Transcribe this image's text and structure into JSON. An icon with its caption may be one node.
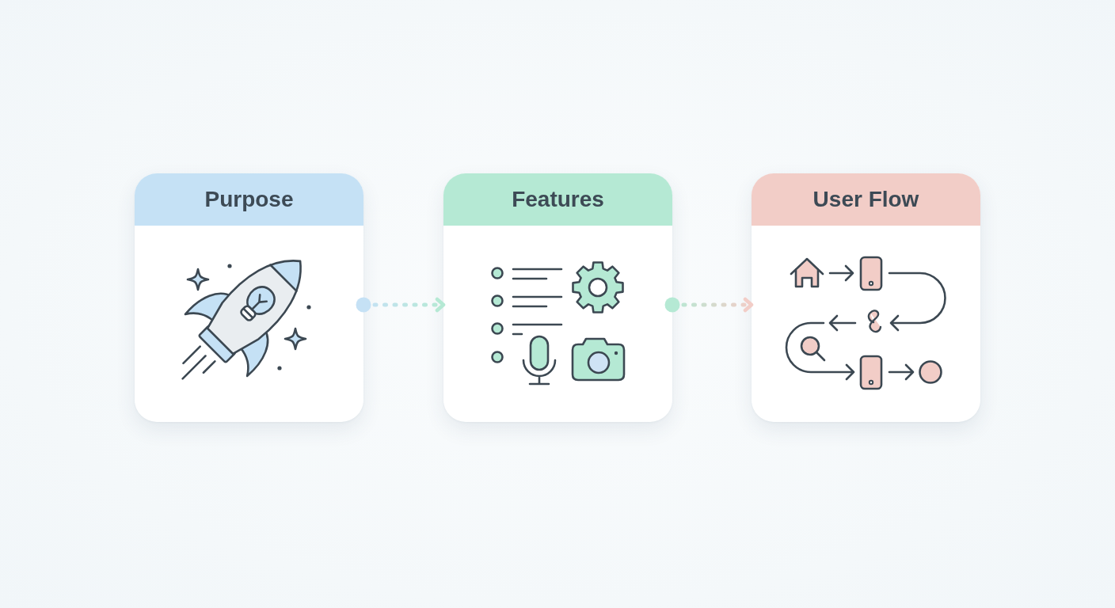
{
  "diagram": {
    "nodes": [
      {
        "text": [
          "Purpose"
        ]
      },
      {
        "text": [
          "Features"
        ]
      },
      {
        "text": [
          "User Flow"
        ]
      }
    ],
    "edges": [
      {
        "from": 0,
        "to": 1,
        "arrow": "to",
        "style": "dashed"
      },
      {
        "from": 1,
        "to": 2,
        "arrow": "to",
        "style": "dashed"
      }
    ]
  }
}
